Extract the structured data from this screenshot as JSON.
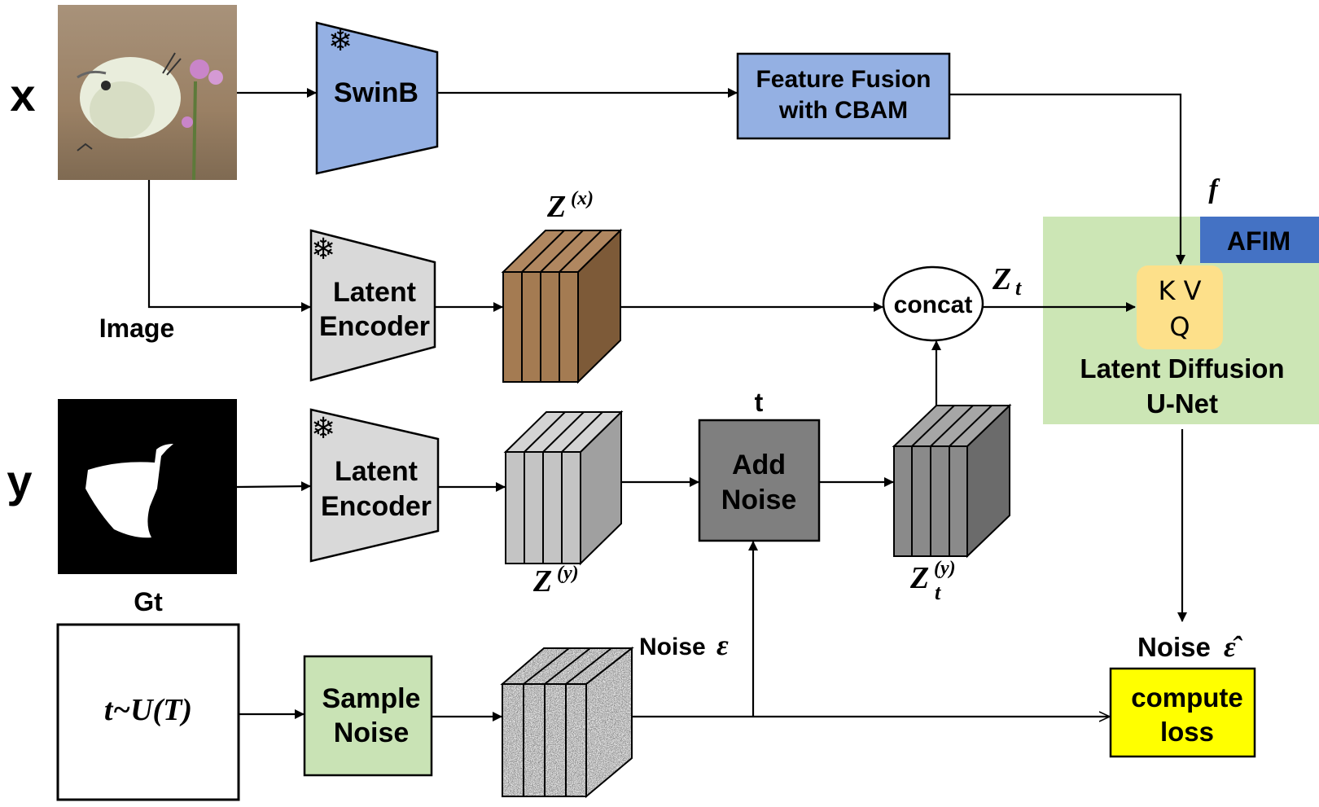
{
  "inputs": {
    "x_label": "x",
    "y_label": "y",
    "image_caption": "Image",
    "gt_caption": "Gt"
  },
  "modules": {
    "swinb": "SwinB",
    "feature_fusion_line1": "Feature Fusion",
    "feature_fusion_line2": "with CBAM",
    "latent_encoder_line1": "Latent",
    "latent_encoder_line2": "Encoder",
    "add_noise_line1": "Add",
    "add_noise_line2": "Noise",
    "sample_noise_line1": "Sample",
    "sample_noise_line2": "Noise",
    "concat": "concat",
    "afim": "AFIM",
    "kv": "K  V",
    "q": "Q",
    "unet_line1": "Latent Diffusion",
    "unet_line2": "U-Net",
    "compute_loss_line1": "compute",
    "compute_loss_line2": "loss",
    "timestep_box": "t~U(T)"
  },
  "symbols": {
    "f": "f",
    "t": "t",
    "zx_base": "Z",
    "zx_sup": "(x)",
    "zy_base": "Z",
    "zy_sup": "(y)",
    "zt_base": "Z",
    "zt_sub": "t",
    "zty_base": "Z",
    "zty_sup": "(y)",
    "zty_sub": "t",
    "noise_eps_word": "Noise",
    "noise_eps_sym": "ε",
    "noise_hat_word": "Noise",
    "noise_hat_sym": "ε̂"
  },
  "colors": {
    "swinb_fill": "#94b0e3",
    "fusion_fill": "#94b0e3",
    "encoder_fill": "#d9d9d9",
    "zx_front": "#a47b52",
    "zx_side": "#7d5a38",
    "zy_front": "#c4c4c4",
    "zy_side": "#a0a0a0",
    "add_noise_fill": "#7f7f7f",
    "zty_front": "#8a8a8a",
    "zty_side": "#6b6b6b",
    "sample_noise_fill": "#c9e3b5",
    "afim_region": "#cce6b5",
    "afim_tag": "#4472c4",
    "kvq_fill": "#fde08a",
    "loss_fill": "#ffff00"
  }
}
